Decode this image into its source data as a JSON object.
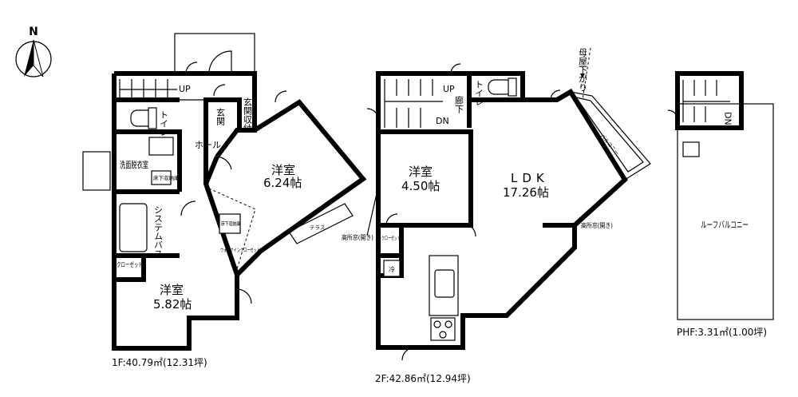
{
  "compass": {
    "north": "N"
  },
  "floor1": {
    "caption": "1F:40.79㎡(12.31坪)",
    "labels": {
      "up": "UP",
      "genkan": "玄関",
      "genkan_storage": "玄関収納",
      "toilet": "トイレ",
      "hall": "ホール",
      "washroom": "洗面脱衣室",
      "under_floor_a": "床下収納庫",
      "system_bath": "システムバス",
      "closet": "クローゼット",
      "bedroom_1": "洋室",
      "bedroom_1_size": "5.82帖",
      "bedroom_2": "洋室",
      "bedroom_2_size": "6.24帖",
      "under_floor_b": "床下収納庫",
      "walk_in_closet": "ウォークインクローゼット",
      "terrace": "テラス"
    }
  },
  "floor2": {
    "caption": "2F:42.86㎡(12.94坪)",
    "labels": {
      "up": "UP",
      "dn": "DN",
      "corridor": "廊下",
      "toilet": "トイレ",
      "main_roof_down": "母屋下がり",
      "balcony": "バルコニー",
      "bedroom": "洋室",
      "bedroom_size": "4.50帖",
      "ldk": "LDK",
      "ldk_size": "17.26帖",
      "high_window_left": "高所窓(開き)",
      "high_window_right": "高所窓(開き)",
      "closet": "クローゼット",
      "fridge": "冷"
    }
  },
  "penthouse": {
    "caption": "PHF:3.31㎡(1.00坪)",
    "labels": {
      "dn": "DN",
      "roof_balcony": "ルーフバルコニー"
    }
  }
}
